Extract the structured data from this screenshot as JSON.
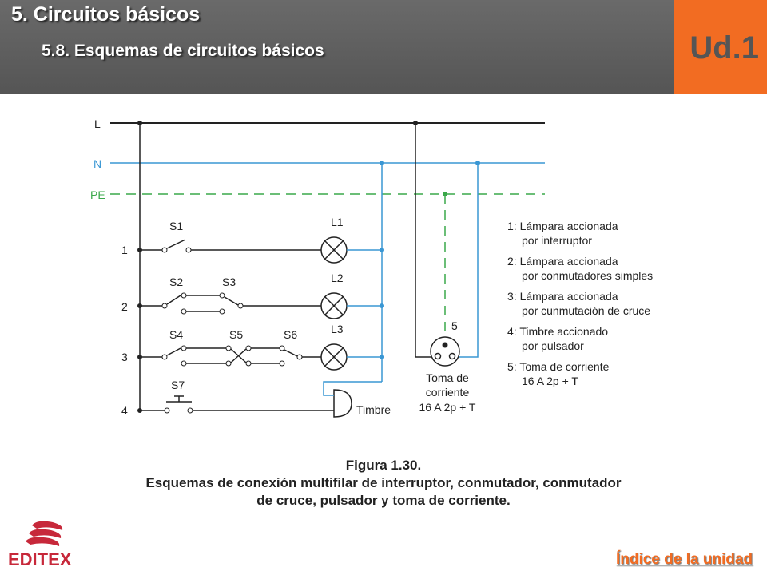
{
  "header": {
    "title": "5. Circuitos básicos",
    "subtitle": "5.8. Esquemas de circuitos básicos",
    "unit_badge": "Ud.1"
  },
  "diagram": {
    "lines": {
      "L": "L",
      "N": "N",
      "PE": "PE"
    },
    "circuits": [
      "1",
      "2",
      "3",
      "4"
    ],
    "switches": {
      "s1": "S1",
      "s2": "S2",
      "s3": "S3",
      "s4": "S4",
      "s5": "S5",
      "s6": "S6",
      "s7": "S7"
    },
    "lamps": {
      "l1": "L1",
      "l2": "L2",
      "l3": "L3"
    },
    "bell": "Timbre",
    "socket": {
      "number": "5",
      "label1": "Toma de",
      "label2": "corriente",
      "label3": "16 A 2p + T"
    },
    "legend": [
      {
        "line1": "1: Lámpara accionada",
        "line2": "por interruptor"
      },
      {
        "line1": "2: Lámpara accionada",
        "line2": "por conmutadores simples"
      },
      {
        "line1": "3: Lámpara accionada",
        "line2": "por cunmutación de cruce"
      },
      {
        "line1": "4: Timbre accionado",
        "line2": "por pulsador"
      },
      {
        "line1": "5: Toma de corriente",
        "line2": "16 A 2p + T"
      }
    ],
    "colors": {
      "phase": "#222222",
      "neutral": "#3a97d4",
      "earth": "#3aa84a"
    }
  },
  "caption": {
    "line1": "Figura 1.30.",
    "line2": "Esquemas de conexión multifilar de interruptor, conmutador, conmutador",
    "line3": "de cruce, pulsador y toma de corriente."
  },
  "footer": {
    "logo": "EDITEX",
    "index_link": "Índice de la unidad"
  }
}
